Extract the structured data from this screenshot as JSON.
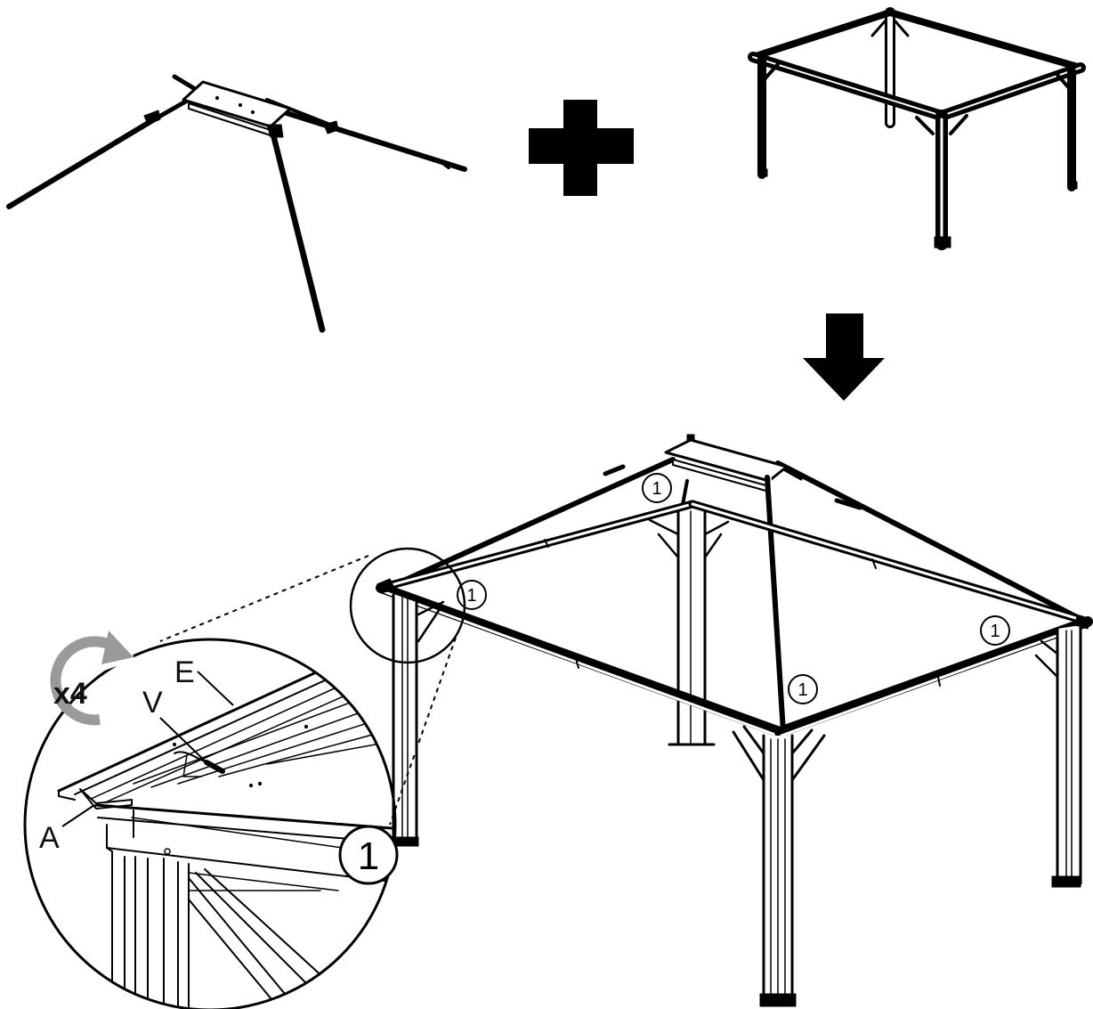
{
  "diagram": {
    "callout_number": "1",
    "repeat_label": "x4",
    "part_labels": {
      "e": "E",
      "v": "V",
      "a": "A"
    },
    "colors": {
      "ink": "#000000",
      "repeat_arrow": "#9a9a9a",
      "background": "#ffffff"
    },
    "icons": [
      "plus-icon",
      "down-arrow-icon",
      "rotate-arrow-icon"
    ]
  }
}
